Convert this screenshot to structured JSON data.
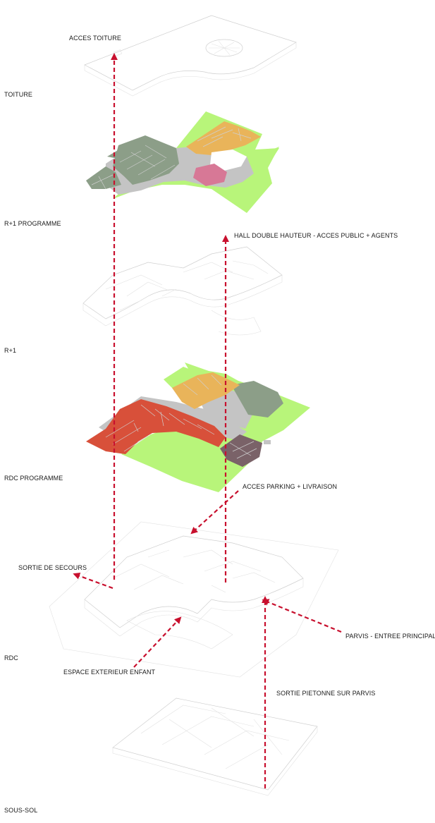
{
  "levels": {
    "toiture": "TOITURE",
    "r1_programme": "R+1 PROGRAMME",
    "r1": "R+1",
    "rdc_programme": "RDC PROGRAMME",
    "rdc": "RDC",
    "sous_sol": "SOUS-SOL"
  },
  "annotations": {
    "acces_toiture": "ACCES TOITURE",
    "hall": "HALL DOUBLE HAUTEUR - ACCES  PUBLIC + AGENTS",
    "acces_parking": "ACCES PARKING + LIVRAISON",
    "sortie_secours": "SORTIE DE SECOURS",
    "parvis": "PARVIS - ENTREE PRINCIPALE",
    "espace_enfant": "ESPACE EXTERIEUR ENFANT",
    "sortie_pietonne": "SORTIE PIETONNE SUR PARVIS"
  },
  "colors": {
    "arrow": "#c8102e",
    "green": "#b8f57a",
    "sage": "#8c9e88",
    "orange": "#e9b45a",
    "red": "#d8503a",
    "pink": "#d77896",
    "mauve": "#7a6268",
    "grey": "#c4c4c4"
  }
}
